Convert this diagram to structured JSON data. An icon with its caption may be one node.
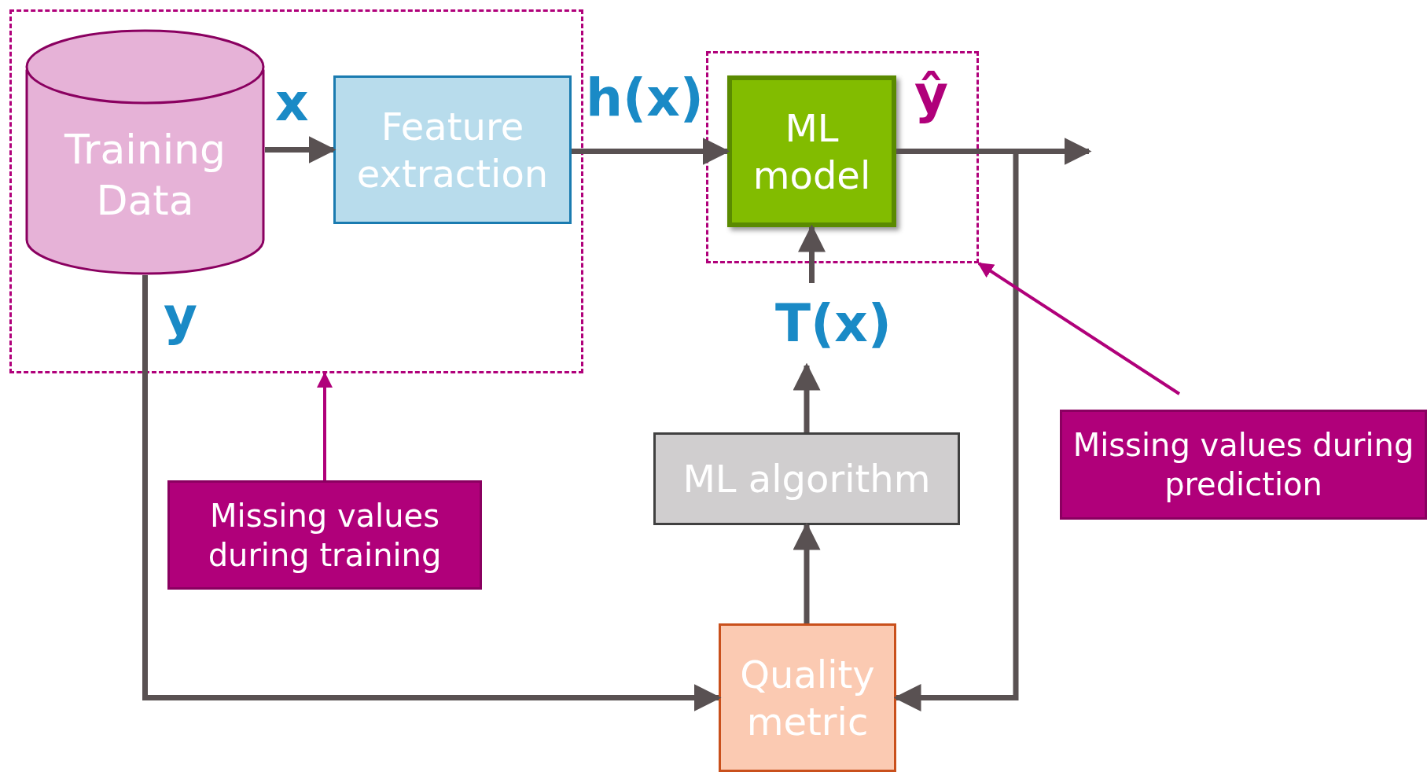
{
  "diagram": {
    "nodes": [
      {
        "text": [],
        "shape": "box"
      },
      {
        "text": [
          "Training Data"
        ],
        "in": 0
      },
      {
        "text": [
          "Feature extraction"
        ],
        "in": 0
      },
      {
        "text": [],
        "shape": "box"
      },
      {
        "text": [
          "ML model"
        ],
        "in": 3
      },
      {
        "text": [
          "T(x)"
        ]
      },
      {
        "text": [
          "ML algorithm"
        ]
      },
      {
        "text": [
          "Quality metric"
        ]
      },
      {
        "text": [
          "Missing values during training"
        ]
      },
      {
        "text": [
          "Missing values during prediction"
        ]
      }
    ],
    "edges": [
      {
        "from": 1,
        "to": 2,
        "arrow": "to",
        "label": "x"
      },
      {
        "from": 2,
        "to": 4,
        "arrow": "to",
        "label": "h(x)"
      },
      {
        "from": 4,
        "to": null,
        "arrow": "to",
        "label": "ŷ"
      },
      {
        "from": 4,
        "to": 7,
        "arrow": "to"
      },
      {
        "from": 1,
        "to": 7,
        "arrow": "to",
        "label": "y"
      },
      {
        "from": 6,
        "to": 5,
        "arrow": "to"
      },
      {
        "from": 5,
        "to": 4,
        "arrow": "to"
      },
      {
        "from": 7,
        "to": 6,
        "arrow": "to"
      },
      {
        "from": 8,
        "to": 0,
        "arrow": "to",
        "color": "#b0007a"
      },
      {
        "from": 9,
        "to": 3,
        "arrow": "to",
        "color": "#b0007a"
      }
    ]
  }
}
